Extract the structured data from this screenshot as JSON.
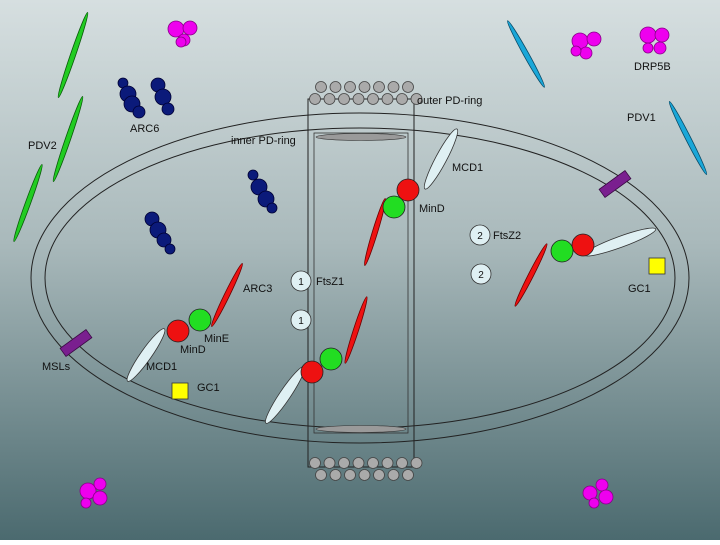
{
  "labels": {
    "drp5b": "DRP5B",
    "outer_pd_ring": "outer PD-ring",
    "inner_pd_ring": "inner PD-ring",
    "pdv1": "PDV1",
    "pdv2": "PDV2",
    "arc6": "ARC6",
    "mcd1_top": "MCD1",
    "mind_top": "MinD",
    "ftsz2": "FtsZ2",
    "ftsz1": "FtsZ1",
    "arc3": "ARC3",
    "gc1_right": "GC1",
    "mine": "MinE",
    "mind_left": "MinD",
    "mcd1_left": "MCD1",
    "msls": "MSLs",
    "gc1_left": "GC1",
    "num_1a": "1",
    "num_1b": "1",
    "num_2a": "2",
    "num_2b": "2"
  },
  "colors": {
    "background_top": "#d6dfe0",
    "background_bottom": "#4b6a6f",
    "drp5b": "#ee00ee",
    "arc6": "#0b1a7a",
    "pdv_green": "#22cc22",
    "pdv_blue": "#1aa7d8",
    "min_red": "#ee1111",
    "min_green": "#22dd22",
    "mcd1_fill": "#dff0f3",
    "msl_purple": "#7a1f8f",
    "gc1_yellow": "#ffff00",
    "pd_grey": "#aaaaaa"
  }
}
